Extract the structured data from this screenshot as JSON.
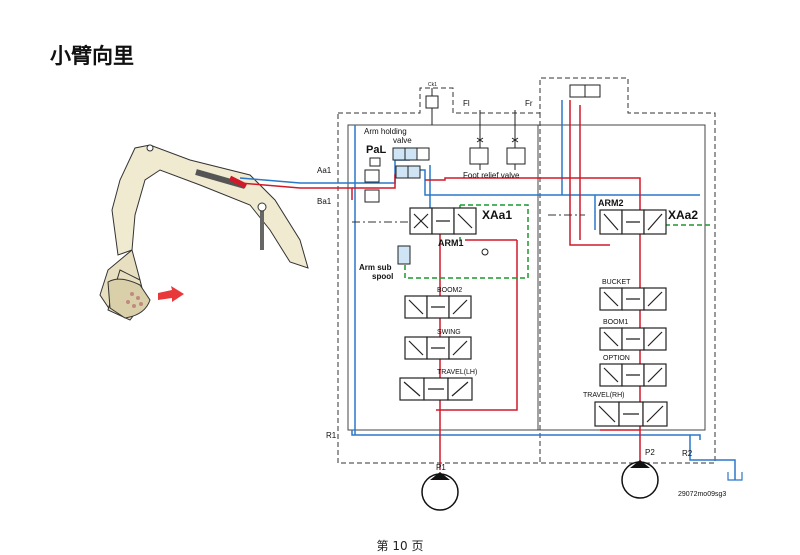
{
  "title": "小臂向里",
  "footer": "第 10 页",
  "colors": {
    "pressure_line": "#d01a2a",
    "return_line": "#2a78c8",
    "pilot_line": "#1a9a2e",
    "outline": "#222222",
    "arrow": "#e8383a"
  },
  "labels": {
    "arm_holding_valve": "Arm holding valve",
    "pal": "PaL",
    "aa1": "Aa1",
    "ba1": "Ba1",
    "ck1": "Ck1",
    "fl": "Fl",
    "fr": "Fr",
    "foot_relief_valve": "Foot relief valve",
    "xaa1": "XAa1",
    "arm1": "ARM1",
    "arm_sub_spool": "Arm sub spool",
    "boom2": "BOOM2",
    "swing": "SWING",
    "travel_lh": "TRAVEL(LH)",
    "arm2": "ARM2",
    "xaa2": "XAa2",
    "bucket": "BUCKET",
    "boom1": "BOOM1",
    "option": "OPTION",
    "travel_rh": "TRAVEL(RH)",
    "r1": "R1",
    "r2": "R2",
    "p1": "P1",
    "p2": "P2",
    "figure_code": "29072mo09sg3"
  }
}
